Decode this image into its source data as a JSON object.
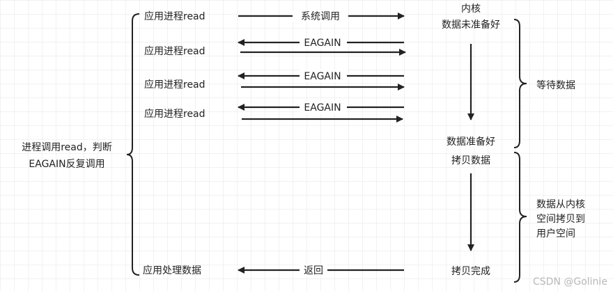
{
  "left_note": [
    "进程调用read，判断",
    "EAGAIN反复调用"
  ],
  "app_rows": [
    "应用进程read",
    "应用进程read",
    "应用进程read",
    "应用进程read"
  ],
  "syscall_label": "系统调用",
  "eagain_labels": [
    "EAGAIN",
    "EAGAIN",
    "EAGAIN"
  ],
  "kernel": {
    "title": "内核",
    "not_ready": "数据未准备好",
    "ready": "数据准备好",
    "copy": "拷贝数据",
    "copy_done": "拷贝完成"
  },
  "phases": {
    "wait": "等待数据",
    "copy": [
      "数据从内核",
      "空间拷贝到",
      "用户空间"
    ]
  },
  "app_process": "应用处理数据",
  "return_label": "返回",
  "watermark": "CSDN @Golinie"
}
